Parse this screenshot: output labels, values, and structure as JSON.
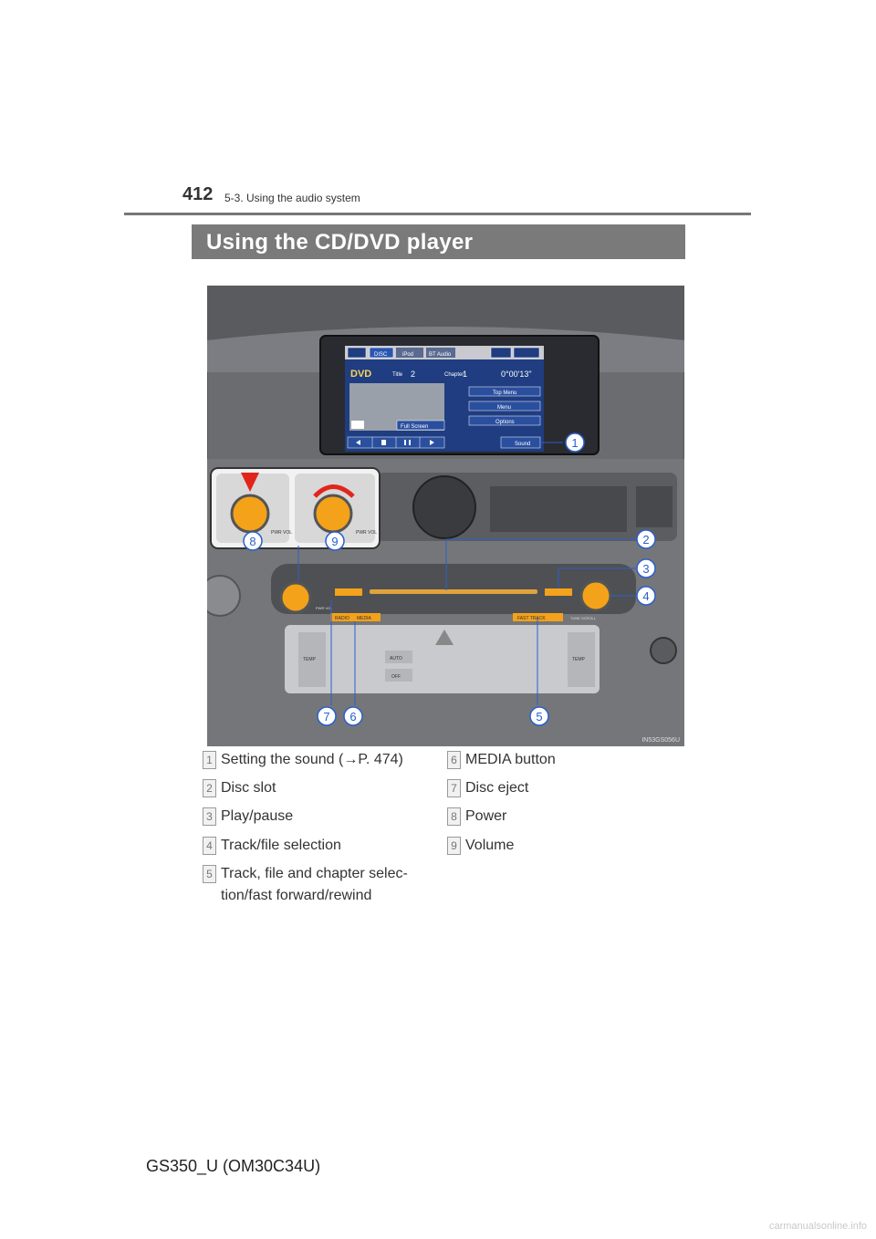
{
  "header": {
    "page_number": "412",
    "section": "5-3. Using the audio system"
  },
  "banner": {
    "title": "Using the CD/DVD player"
  },
  "figure": {
    "screen": {
      "tabs": [
        "DISC",
        "iPod",
        "BT Audio"
      ],
      "mode": "DVD",
      "title_label": "Title",
      "title_value": "2",
      "chapter_label": "Chapter",
      "chapter_value": "1",
      "time": "0°00'13\"",
      "buttons": [
        "Top Menu",
        "Menu",
        "Options"
      ],
      "full_screen": "Full Screen",
      "sound": "Sound"
    },
    "panel": {
      "pwr_vol": "PWR VOL",
      "radio": "RADIO",
      "media": "MEDIA",
      "fast_track": "FAST TRACK",
      "tune_scroll": "TUNE SCROLL",
      "temp": "TEMP",
      "auto": "AUTO",
      "off": "OFF"
    },
    "callouts": [
      "1",
      "2",
      "3",
      "4",
      "5",
      "6",
      "7",
      "8",
      "9"
    ],
    "image_code": "IN53GS056U"
  },
  "legend": [
    {
      "num": "1",
      "text": "Setting the sound (→P. 474)"
    },
    {
      "num": "2",
      "text": "Disc slot"
    },
    {
      "num": "3",
      "text": "Play/pause"
    },
    {
      "num": "4",
      "text": "Track/file selection"
    },
    {
      "num": "5",
      "text": "Track, file and chapter selec-",
      "text2": "tion/fast forward/rewind"
    },
    {
      "num": "6",
      "text": "MEDIA button"
    },
    {
      "num": "7",
      "text": "Disc eject"
    },
    {
      "num": "8",
      "text": "Power"
    },
    {
      "num": "9",
      "text": "Volume"
    }
  ],
  "footer": {
    "model": "GS350_U (OM30C34U)"
  },
  "watermark": "carmanualsonline.info"
}
